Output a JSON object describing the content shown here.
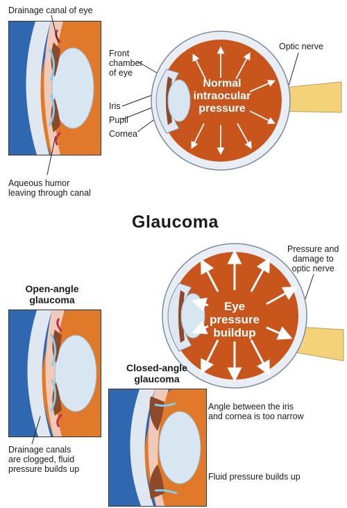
{
  "top": {
    "drainage_label": "Drainage canal of eye",
    "aqueous_label_1": "Aqueous humor",
    "aqueous_label_2": "leaving through canal",
    "front_chamber_1": "Front",
    "front_chamber_2": "chamber",
    "front_chamber_3": "of eye",
    "iris": "Iris",
    "pupil": "Pupil",
    "cornea": "Cornea",
    "optic_nerve": "Optic nerve",
    "eye_text_1": "Normal",
    "eye_text_2": "intraocular",
    "eye_text_3": "pressure"
  },
  "title": "Glaucoma",
  "bottom": {
    "pressure_1": "Pressure and",
    "pressure_2": "damage to",
    "pressure_3": "optic nerve",
    "eye_text_1": "Eye",
    "eye_text_2": "pressure",
    "eye_text_3": "buildup",
    "open_angle_1": "Open-angle",
    "open_angle_2": "glaucoma",
    "closed_angle_1": "Closed-angle",
    "closed_angle_2": "glaucoma",
    "clogged_1": "Drainage canals",
    "clogged_2": "are clogged, fluid",
    "clogged_3": "pressure builds up",
    "angle_1": "Angle between the iris",
    "angle_2": "and cornea is too narrow",
    "fluid": "Fluid pressure builds up"
  },
  "colors": {
    "blue_bg": "#2f67b0",
    "orange_bg": "#e07a2a",
    "eye_interior": "#c8561c",
    "sclera": "#e9eef5",
    "lens": "#d7e6f0",
    "iris": "#8c4a2a"
  }
}
